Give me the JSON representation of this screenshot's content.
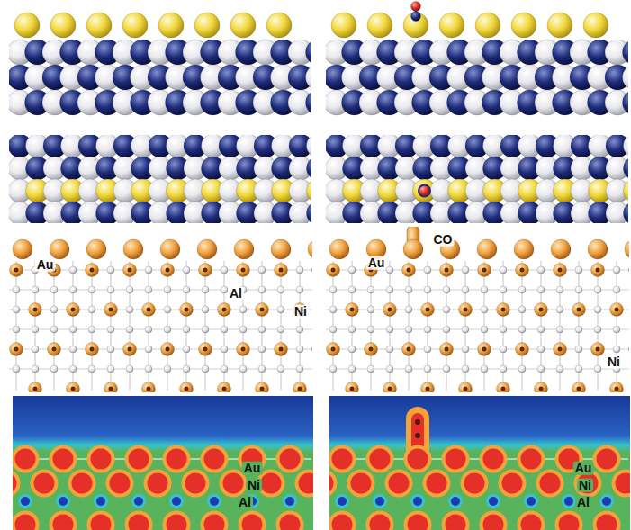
{
  "diagram": {
    "labels": [
      "Au",
      "Al",
      "Ni",
      "CO",
      "Au",
      "Ni",
      "Au",
      "Ni",
      "Al",
      "Au",
      "Ni",
      "Al"
    ]
  }
}
